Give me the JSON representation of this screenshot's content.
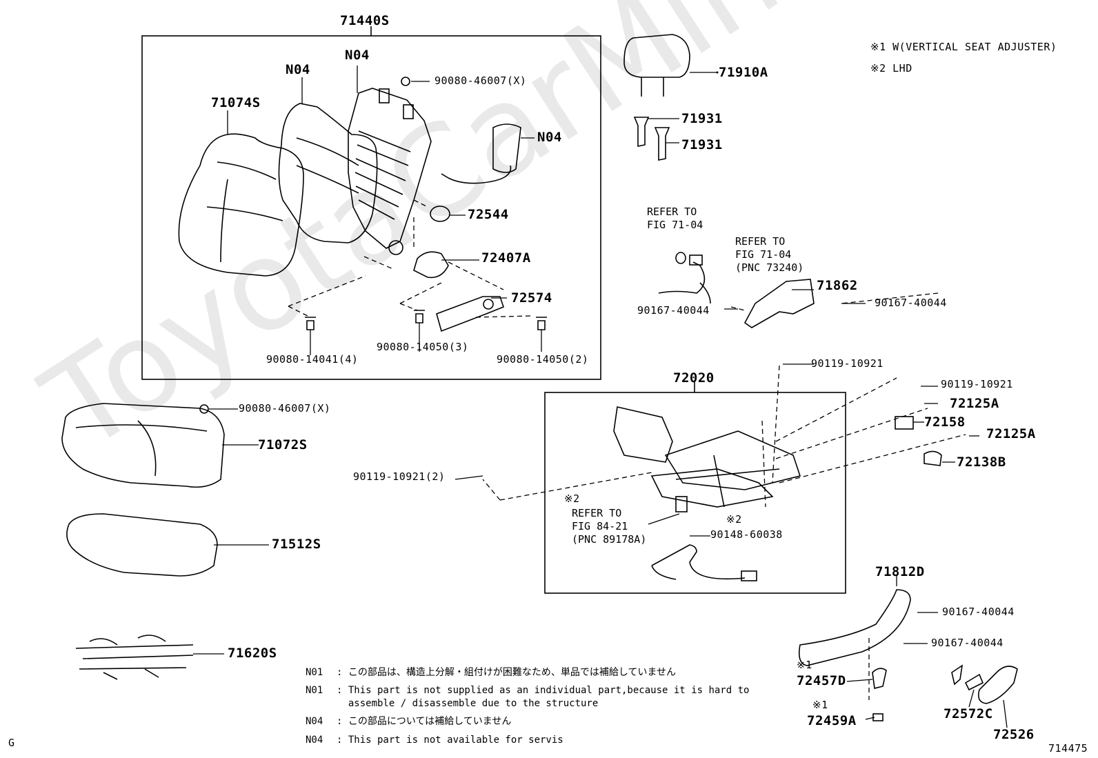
{
  "watermark": "ToyotaCarMine.ru",
  "legend": {
    "w1": "※1 W(VERTICAL SEAT ADJUSTER)",
    "w2": "※2 LHD"
  },
  "groups": {
    "seatback_assy": "71440S",
    "adjuster_assy": "72020"
  },
  "parts": {
    "p71074S": "71074S",
    "n04_a": "N04",
    "n04_b": "N04",
    "n04_c": "N04",
    "p90080_46007_top": "90080-46007(X)",
    "p72544": "72544",
    "p72407A": "72407A",
    "p72574": "72574",
    "p90080_14041": "90080-14041(4)",
    "p90080_14050_3": "90080-14050(3)",
    "p90080_14050_2": "90080-14050(2)",
    "p71910A": "71910A",
    "p71931_a": "71931",
    "p71931_b": "71931",
    "p71862": "71862",
    "p90167_40044_a": "90167-40044",
    "p90167_40044_b": "90167-40044",
    "p90119_10921_a": "90119-10921",
    "p90119_10921_b": "90119-10921",
    "p72125A_a": "72125A",
    "p72158": "72158",
    "p72125A_b": "72125A",
    "p72138B": "72138B",
    "p90080_46007_mid": "90080-46007(X)",
    "p71072S": "71072S",
    "p90119_10921_2": "90119-10921(2)",
    "mark2_a": "※2",
    "mark2_b": "※2",
    "p90148_60038": "90148-60038",
    "p71512S": "71512S",
    "p71812D": "71812D",
    "p90167_40044_c": "90167-40044",
    "p90167_40044_d": "90167-40044",
    "p71620S": "71620S",
    "mark1_a": "※1",
    "p72457D": "72457D",
    "mark1_b": "※1",
    "p72459A": "72459A",
    "p72572C": "72572C",
    "p72526": "72526"
  },
  "refs": {
    "ref_71_04_a": "REFER TO\nFIG 71-04",
    "ref_71_04_b": "REFER TO\nFIG 71-04\n(PNC 73240)",
    "ref_84_21": "REFER TO\nFIG 84-21\n(PNC 89178A)"
  },
  "notes": {
    "n01_jp_code": "N01",
    "n01_jp": ": この部品は、構造上分解・組付けが困難なため、単品では補給していません",
    "n01_en_code": "N01",
    "n01_en": ": This part is not supplied as an individual part,because it is hard to\n  assemble / disassemble due to the structure",
    "n04_jp_code": "N04",
    "n04_jp": ": この部品については補給していません",
    "n04_en_code": "N04",
    "n04_en": ": This part is not available for servis"
  },
  "footer": {
    "left": "G",
    "right": "714475"
  }
}
